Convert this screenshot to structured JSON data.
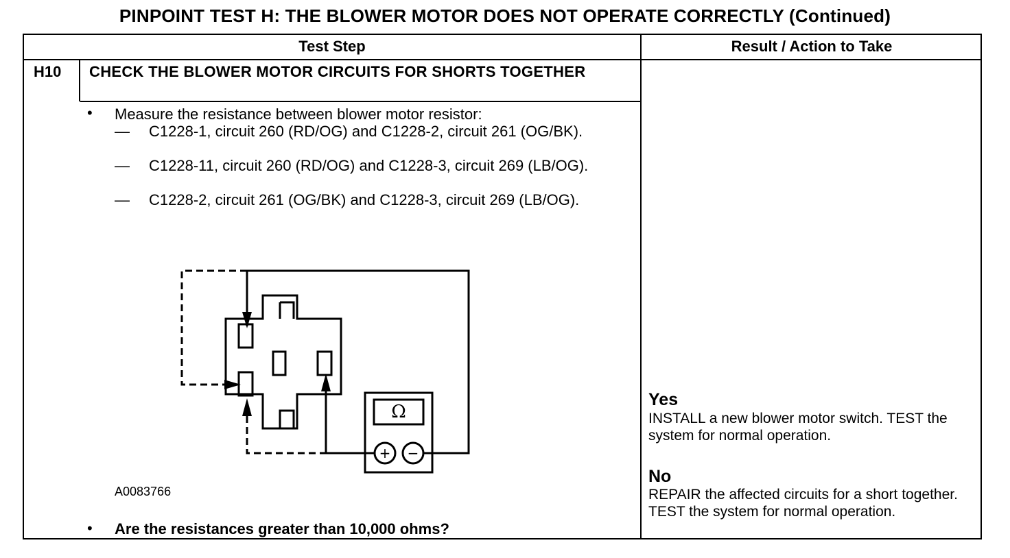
{
  "title": "PINPOINT TEST  H: THE BLOWER MOTOR DOES NOT OPERATE CORRECTLY (Continued)",
  "table": {
    "header_test_step": "Test Step",
    "header_result": "Result / Action to Take"
  },
  "step": {
    "id": "H10",
    "title": "CHECK THE BLOWER MOTOR CIRCUITS FOR SHORTS TOGETHER",
    "bullet_symbol": "•",
    "instruction": "Measure the resistance between blower motor resistor:",
    "dash_symbol": "—",
    "measurements": [
      "C1228-1, circuit 260 (RD/OG) and C1228-2, circuit 261 (OG/BK).",
      "C1228-11, circuit 260 (RD/OG) and C1228-3, circuit 269 (LB/OG).",
      "C1228-2, circuit 261 (OG/BK) and C1228-3, circuit 269 (LB/OG)."
    ],
    "figure_id": "A0083766",
    "ohm_symbol": "Ω",
    "plus_symbol": "+",
    "minus_symbol": "−",
    "question": "Are the resistances greater than 10,000 ohms?"
  },
  "result": {
    "yes_label": "Yes",
    "yes_text": "INSTALL a new blower motor switch. TEST the  system for normal operation.",
    "no_label": "No",
    "no_text": "REPAIR the affected circuits for a short together. TEST the system for normal operation."
  }
}
